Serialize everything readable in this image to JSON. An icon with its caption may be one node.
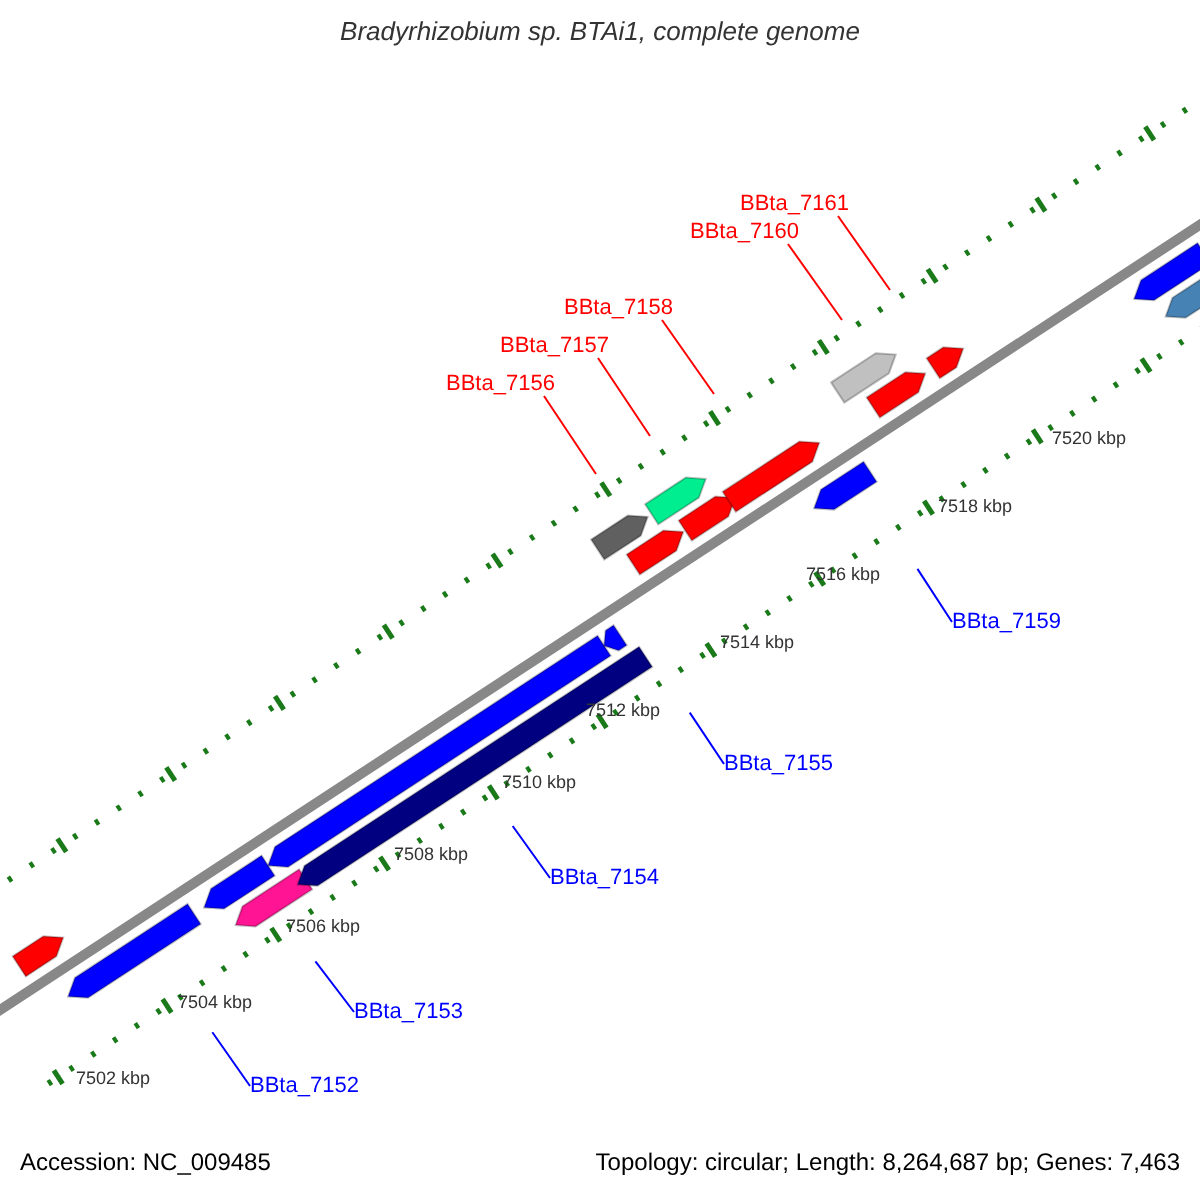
{
  "diagram": {
    "title": "Bradyrhizobium sp. BTAi1, complete genome",
    "nodes": [
      {
        "text": [
          "BBta_7161"
        ]
      },
      {
        "text": [
          "BBta_7160"
        ]
      },
      {
        "text": [
          "BBta_7158"
        ]
      },
      {
        "text": [
          "BBta_7157"
        ]
      },
      {
        "text": [
          "BBta_7156"
        ]
      },
      {
        "text": [
          "BBta_7159"
        ]
      },
      {
        "text": [
          "BBta_7155"
        ]
      },
      {
        "text": [
          "BBta_7154"
        ]
      },
      {
        "text": [
          "BBta_7153"
        ]
      },
      {
        "text": [
          "BBta_7152"
        ]
      }
    ],
    "edges": [
      {
        "from": 0,
        "to": null,
        "arrow": "none",
        "color": "#ff0000"
      },
      {
        "from": 1,
        "to": null,
        "arrow": "none",
        "color": "#ff0000"
      },
      {
        "from": 2,
        "to": null,
        "arrow": "none",
        "color": "#ff0000"
      },
      {
        "from": 3,
        "to": null,
        "arrow": "none",
        "color": "#ff0000"
      },
      {
        "from": 4,
        "to": null,
        "arrow": "none",
        "color": "#ff0000"
      },
      {
        "from": 5,
        "to": null,
        "arrow": "none",
        "color": "#0000ff"
      },
      {
        "from": 6,
        "to": null,
        "arrow": "none",
        "color": "#0000ff"
      },
      {
        "from": 7,
        "to": null,
        "arrow": "none",
        "color": "#0000ff"
      },
      {
        "from": 8,
        "to": null,
        "arrow": "none",
        "color": "#0000ff"
      },
      {
        "from": 9,
        "to": null,
        "arrow": "none",
        "color": "#0000ff"
      }
    ],
    "labels": [
      "7520 kbp",
      "7518 kbp",
      "7516 kbp",
      "7514 kbp",
      "7512 kbp",
      "7510 kbp",
      "7508 kbp",
      "7506 kbp",
      "7504 kbp",
      "7502 kbp",
      "Accession: NC_009485",
      "Topology: circular; Length: 8,264,687 bp; Genes: 7,463"
    ]
  }
}
